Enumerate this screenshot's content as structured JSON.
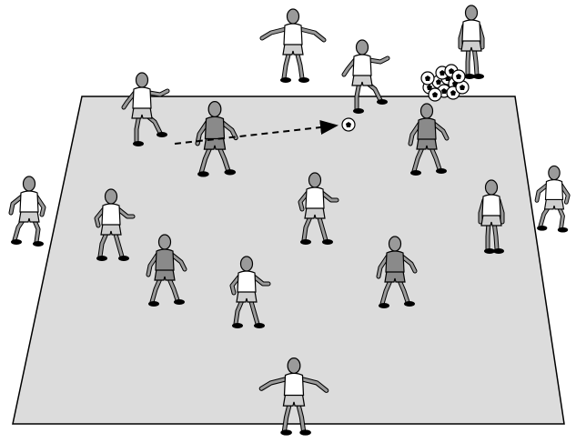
{
  "colors": {
    "pitch_fill": "#dcdcdc",
    "outline": "#000000",
    "team_light": "#ffffff",
    "team_dark": "#8a8a8a",
    "skin": "#9a9a9a",
    "pass_line": "#000000"
  },
  "diagram": {
    "pitch": {
      "shape": "trapezoid"
    },
    "players": [
      {
        "id": "top-left-coach",
        "team": "light",
        "role": "outside",
        "pose": "arms-out"
      },
      {
        "id": "top-center-player",
        "team": "light",
        "role": "dribbler",
        "pose": "kicking"
      },
      {
        "id": "top-right-server",
        "team": "light",
        "role": "outside",
        "pose": "standing"
      },
      {
        "id": "left-passer",
        "team": "light",
        "role": "passer",
        "pose": "kicking"
      },
      {
        "id": "dark-runner-1",
        "team": "dark",
        "role": "field",
        "pose": "running"
      },
      {
        "id": "dark-runner-2",
        "team": "dark",
        "role": "field",
        "pose": "running"
      },
      {
        "id": "left-outside",
        "team": "light",
        "role": "outside",
        "pose": "crouch"
      },
      {
        "id": "right-outside",
        "team": "light",
        "role": "outside",
        "pose": "crouch"
      },
      {
        "id": "light-field-1",
        "team": "light",
        "role": "field",
        "pose": "ready"
      },
      {
        "id": "dark-field-3",
        "team": "dark",
        "role": "field",
        "pose": "running"
      },
      {
        "id": "light-field-2",
        "team": "light",
        "role": "field",
        "pose": "ready"
      },
      {
        "id": "light-field-3",
        "team": "light",
        "role": "field",
        "pose": "ready"
      },
      {
        "id": "dark-field-4",
        "team": "dark",
        "role": "field",
        "pose": "running"
      },
      {
        "id": "light-right-1",
        "team": "light",
        "role": "field",
        "pose": "standing"
      },
      {
        "id": "bottom-goalkeeper",
        "team": "light",
        "role": "outside",
        "pose": "arms-out"
      }
    ],
    "pass": {
      "style": "dashed-arrow"
    },
    "ball_pile": {
      "count": 12
    }
  }
}
